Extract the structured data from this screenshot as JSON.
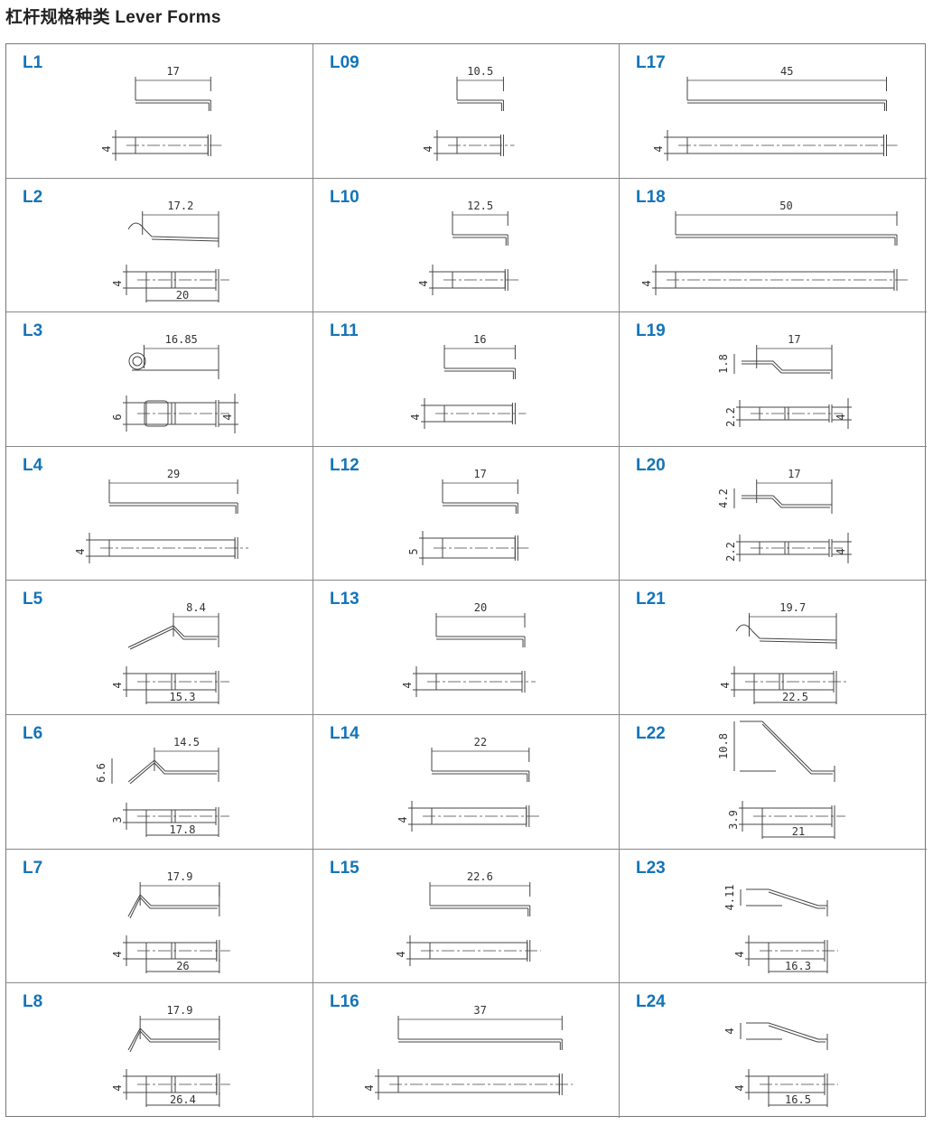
{
  "title": "杠杆规格种类  Lever Forms",
  "columns": [
    [
      {
        "label": "L1",
        "kind": "straight",
        "top": "17",
        "h": "4"
      },
      {
        "label": "L2",
        "kind": "hook",
        "top": "17.2",
        "h": "4",
        "bottom": "20"
      },
      {
        "label": "L3",
        "kind": "eye",
        "top": "16.85",
        "h": "6",
        "right": "4"
      },
      {
        "label": "L4",
        "kind": "straight",
        "top": "29",
        "h": "4"
      },
      {
        "label": "L5",
        "kind": "bent",
        "top": "8.4",
        "h": "4",
        "bottom": "15.3"
      },
      {
        "label": "L6",
        "kind": "bent-v",
        "top": "14.5",
        "side": "6.6",
        "h": "3",
        "bottom": "17.8"
      },
      {
        "label": "L7",
        "kind": "bent",
        "top": "17.9",
        "h": "4",
        "bottom": "26"
      },
      {
        "label": "L8",
        "kind": "bent",
        "top": "17.9",
        "h": "4",
        "bottom": "26.4"
      }
    ],
    [
      {
        "label": "L09",
        "kind": "straight",
        "top": "10.5",
        "h": "4"
      },
      {
        "label": "L10",
        "kind": "straight",
        "top": "12.5",
        "h": "4"
      },
      {
        "label": "L11",
        "kind": "straight",
        "top": "16",
        "h": "4"
      },
      {
        "label": "L12",
        "kind": "straight",
        "top": "17",
        "h": "5"
      },
      {
        "label": "L13",
        "kind": "straight",
        "top": "20",
        "h": "4"
      },
      {
        "label": "L14",
        "kind": "straight",
        "top": "22",
        "h": "4"
      },
      {
        "label": "L15",
        "kind": "straight",
        "top": "22.6",
        "h": "4"
      },
      {
        "label": "L16",
        "kind": "straight",
        "top": "37",
        "h": "4"
      }
    ],
    [
      {
        "label": "L17",
        "kind": "straight",
        "top": "45",
        "h": "4"
      },
      {
        "label": "L18",
        "kind": "straight",
        "top": "50",
        "h": "4"
      },
      {
        "label": "L19",
        "kind": "step",
        "top": "17",
        "side": "1.8",
        "h": "2.2",
        "right": "4"
      },
      {
        "label": "L20",
        "kind": "step",
        "top": "17",
        "side": "4.2",
        "h": "2.2",
        "right": "4"
      },
      {
        "label": "L21",
        "kind": "hook",
        "top": "19.7",
        "h": "4",
        "bottom": "22.5"
      },
      {
        "label": "L22",
        "kind": "ramp",
        "side": "10.8",
        "h": "3.9",
        "bottom": "21"
      },
      {
        "label": "L23",
        "kind": "ramp",
        "side": "4.11",
        "h": "4",
        "bottom": "16.3"
      },
      {
        "label": "L24",
        "kind": "ramp",
        "side": "4",
        "h": "4",
        "bottom": "16.5"
      }
    ]
  ]
}
